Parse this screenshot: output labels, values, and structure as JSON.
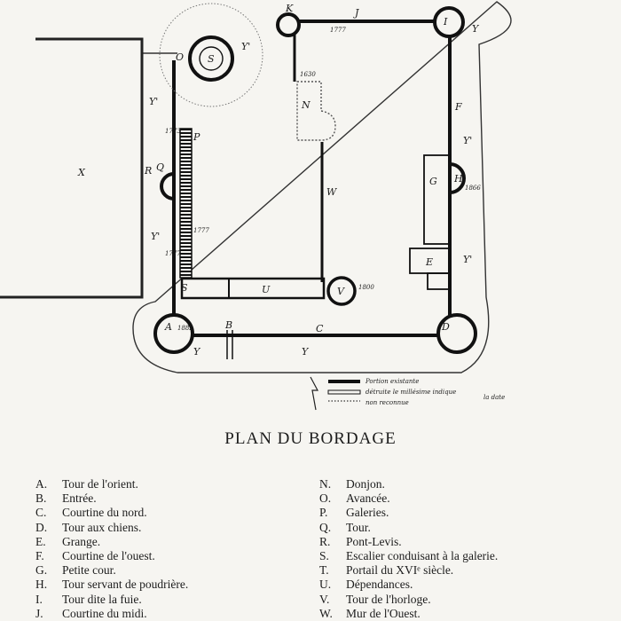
{
  "plan": {
    "title": "PLAN DU BORDAGE",
    "labels": {
      "A": "A",
      "B": "B",
      "C": "C",
      "D": "D",
      "E": "E",
      "F": "F",
      "G": "G",
      "H": "H",
      "I": "I",
      "J": "J",
      "K": "K",
      "N": "N",
      "O": "O",
      "P": "P",
      "Q": "Q",
      "R": "R",
      "S": "S",
      "U": "U",
      "V": "V",
      "W": "W",
      "X": "X",
      "Y": "Y",
      "yprime": "Y'"
    },
    "dates": [
      "1777",
      "1630",
      "1866",
      "1882",
      "1800",
      "1773",
      "1777",
      "1777"
    ],
    "handwritten_note": [
      "Portion existante",
      "détruite le millésime indique",
      "non reconnue",
      "la date"
    ]
  },
  "legend": {
    "left": [
      {
        "key": "A.",
        "text": "Tour de l'orient."
      },
      {
        "key": "B.",
        "text": "Entrée."
      },
      {
        "key": "C.",
        "text": "Courtine du nord."
      },
      {
        "key": "D.",
        "text": "Tour aux chiens."
      },
      {
        "key": "E.",
        "text": "Grange."
      },
      {
        "key": "F.",
        "text": "Courtine de l'ouest."
      },
      {
        "key": "G.",
        "text": "Petite cour."
      },
      {
        "key": "H.",
        "text": "Tour servant de poudrière."
      },
      {
        "key": "I.",
        "text": "Tour dite la fuie."
      },
      {
        "key": "J.",
        "text": "Courtine du midi."
      }
    ],
    "right": [
      {
        "key": "N.",
        "text": "Donjon."
      },
      {
        "key": "O.",
        "text": "Avancée."
      },
      {
        "key": "P.",
        "text": "Galeries."
      },
      {
        "key": "Q.",
        "text": "Tour."
      },
      {
        "key": "R.",
        "text": "Pont-Levis."
      },
      {
        "key": "S.",
        "text": "Escalier conduisant à la galerie."
      },
      {
        "key": "T.",
        "text": "Portail du XVIᵉ siècle."
      },
      {
        "key": "U.",
        "text": "Dépendances."
      },
      {
        "key": "V.",
        "text": "Tour de l'horloge."
      },
      {
        "key": "W.",
        "text": "Mur de l'Ouest."
      }
    ]
  }
}
